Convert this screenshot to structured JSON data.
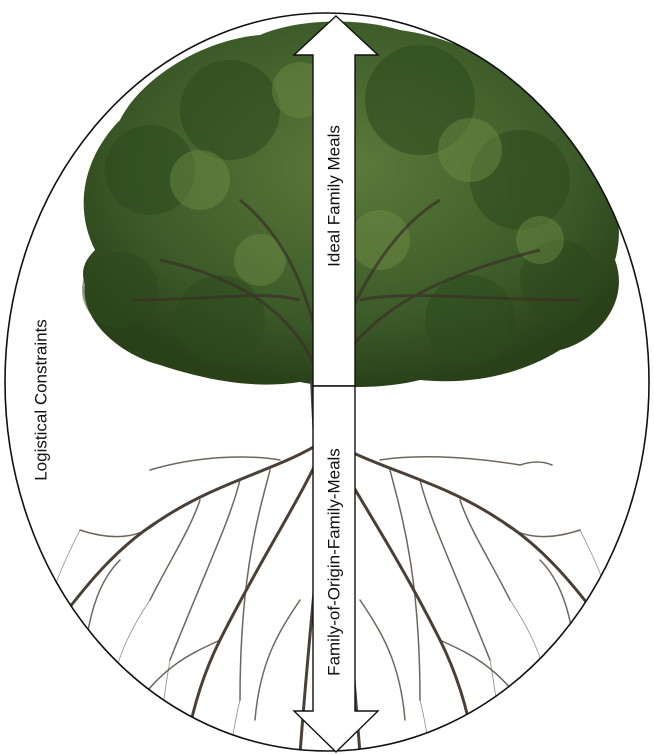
{
  "labels": {
    "outer_boundary": "Logistical Constraints",
    "upper_arrow": "Ideal Family Meals",
    "lower_arrow": "Family-of-Origin-Family-Meals"
  },
  "illustration": {
    "subject": "tree-icon",
    "canopy_color": "#2f4a22",
    "canopy_highlight": "#5c7a3a",
    "branch_color": "#3a3128",
    "root_color": "#4a4036"
  },
  "colors": {
    "outline": "#111111",
    "arrow_fill": "#ffffff",
    "background": "#ffffff"
  }
}
